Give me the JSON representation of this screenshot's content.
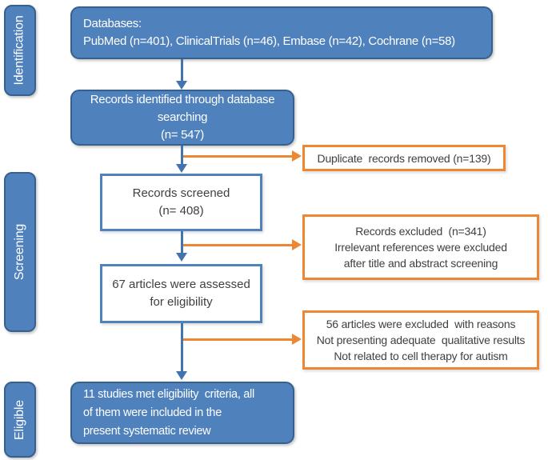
{
  "diagram": {
    "type": "prisma-flow",
    "colors": {
      "blue_fill": "#4f81bd",
      "blue_border": "#36618e",
      "blue_arrow": "#4374b0",
      "orange": "#ed8733",
      "dark_text": "#3f3f3f",
      "white_text": "#ffffff"
    }
  },
  "sidebar": {
    "stages": [
      {
        "label": "Identification"
      },
      {
        "label": "Screening"
      },
      {
        "label": "Eligible"
      }
    ]
  },
  "flow": {
    "databases": {
      "text": "Databases:\nPubMed (n=401), ClinicalTrials (n=46), Embase (n=42), Cochrane (n=58)"
    },
    "identified": {
      "text": "Records identified through database\nsearching\n(n= 547)"
    },
    "screened": {
      "text": "Records screened\n(n= 408)"
    },
    "assessed": {
      "text": "67 articles were assessed\nfor eligibility"
    },
    "included": {
      "text": "11 studies met eligibility  criteria, all\nof them were included in the\npresent systematic review"
    },
    "duplicates_removed": {
      "text": "Duplicate  records removed (n=139)"
    },
    "records_excluded": {
      "text": "Records excluded  (n=341)\nIrrelevant references were excluded\nafter title and abstract screening"
    },
    "articles_excluded": {
      "text": "56 articles were excluded  with reasons\nNot presenting adequate  qualitative results\nNot related to cell therapy for autism"
    }
  }
}
